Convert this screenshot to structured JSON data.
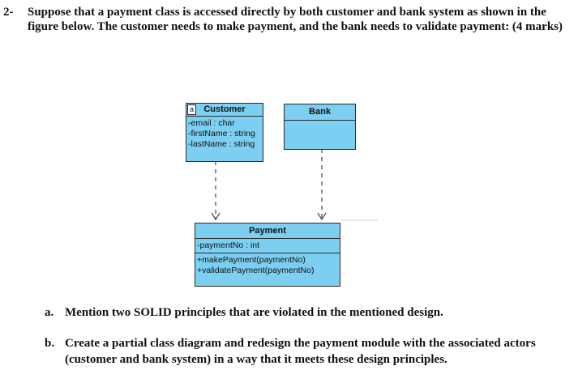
{
  "question": {
    "number": "2-",
    "text": "Suppose that a payment class is accessed directly by both customer and bank system as shown in the figure below. The customer needs to make payment, and the bank needs to validate payment: (4 marks)"
  },
  "diagram": {
    "customer": {
      "tag": "a",
      "name": "Customer",
      "attributes": [
        "-email : char",
        "-firstName : string",
        "-lastName : string"
      ]
    },
    "bank": {
      "name": "Bank"
    },
    "payment": {
      "name": "Payment",
      "attributes": [
        "-paymentNo : int"
      ],
      "methods": [
        "+makePayment(paymentNo)",
        "+validatePayment(paymentNo)"
      ]
    }
  },
  "parts": [
    {
      "label": "a.",
      "text": "Mention two SOLID principles that are violated in the mentioned design."
    },
    {
      "label": "b.",
      "text": "Create a partial class diagram and redesign the payment module with the associated actors (customer and bank system) in a way that it meets these design principles."
    }
  ]
}
